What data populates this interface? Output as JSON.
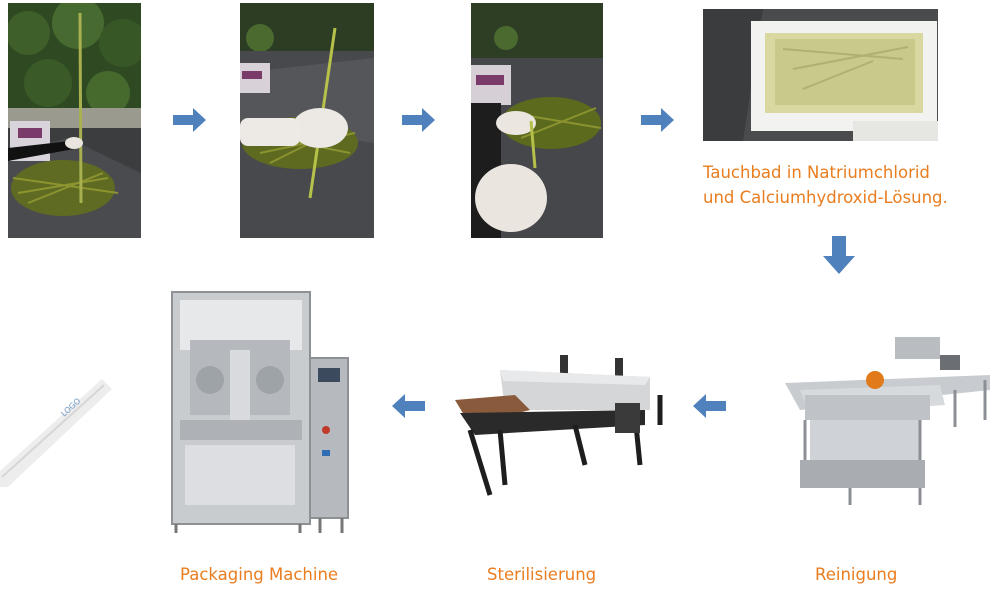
{
  "steps": [
    {
      "id": "harvest",
      "image": "grass-harvest-photo"
    },
    {
      "id": "select",
      "image": "stem-select-photo"
    },
    {
      "id": "cut",
      "image": "stem-cut-photo"
    },
    {
      "id": "soak",
      "image": "soak-box-photo",
      "caption_lines": [
        "Tauchbad in Natriumchlorid",
        "und Calciumhydroxid-Lösung."
      ]
    },
    {
      "id": "clean",
      "image": "washing-machine-photo",
      "caption": "Reinigung"
    },
    {
      "id": "sterilize",
      "image": "sterilizer-conveyor-photo",
      "caption": "Sterilisierung"
    },
    {
      "id": "package",
      "image": "packaging-machine-photo",
      "caption": "Packaging Machine"
    },
    {
      "id": "product",
      "image": "straw-product-photo",
      "logo_text": "LOGO"
    }
  ],
  "arrow_color": "#4f81bd",
  "caption_color": "#ea7d1f"
}
